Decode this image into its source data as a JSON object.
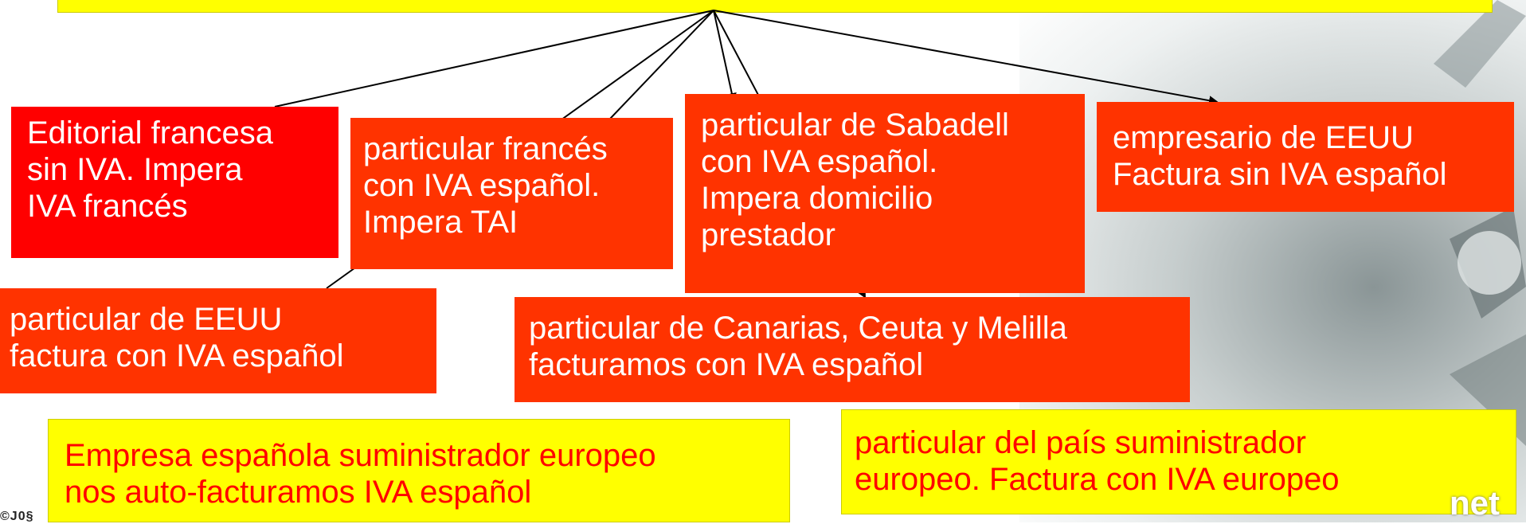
{
  "boxes": {
    "editorial_francesa": [
      "Editorial francesa",
      "sin IVA. Impera",
      "IVA francés"
    ],
    "particular_frances": [
      "particular francés",
      "con IVA español.",
      "Impera TAI"
    ],
    "particular_sabadell": [
      "particular de Sabadell",
      "con IVA español.",
      "Impera domicilio",
      "prestador"
    ],
    "empresario_eeuu": [
      "empresario de EEUU",
      "Factura sin IVA español"
    ],
    "particular_eeuu": [
      "particular de EEUU",
      "factura con IVA español"
    ],
    "particular_canarias": [
      "particular de Canarias, Ceuta y Melilla",
      "facturamos con IVA español"
    ],
    "empresa_espanola": [
      "Empresa española suministrador europeo",
      "nos auto-facturamos IVA español"
    ],
    "particular_pais": [
      "particular del país suministrador",
      "europeo. Factura con IVA europeo"
    ]
  },
  "footer": {
    "copyright": "©J0§",
    "logo_suffix": "net"
  },
  "colors": {
    "red_box": "#ff3300",
    "bright_red_box": "#ff0000",
    "yellow_box": "#ffff00",
    "yellow_text": "#ff0000"
  }
}
